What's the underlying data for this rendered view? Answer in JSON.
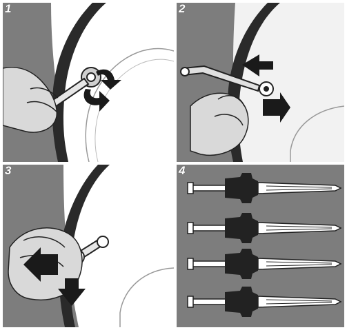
{
  "panels": [
    {
      "number": "1"
    },
    {
      "number": "2"
    },
    {
      "number": "3"
    },
    {
      "number": "4"
    }
  ],
  "colors": {
    "background": "#7d7d7d",
    "tire": "#2a2a2a",
    "wheel": "#ffffff",
    "hand": "#d9d9d9",
    "arrow": "#1a1a1a",
    "border": "#ffffff"
  }
}
